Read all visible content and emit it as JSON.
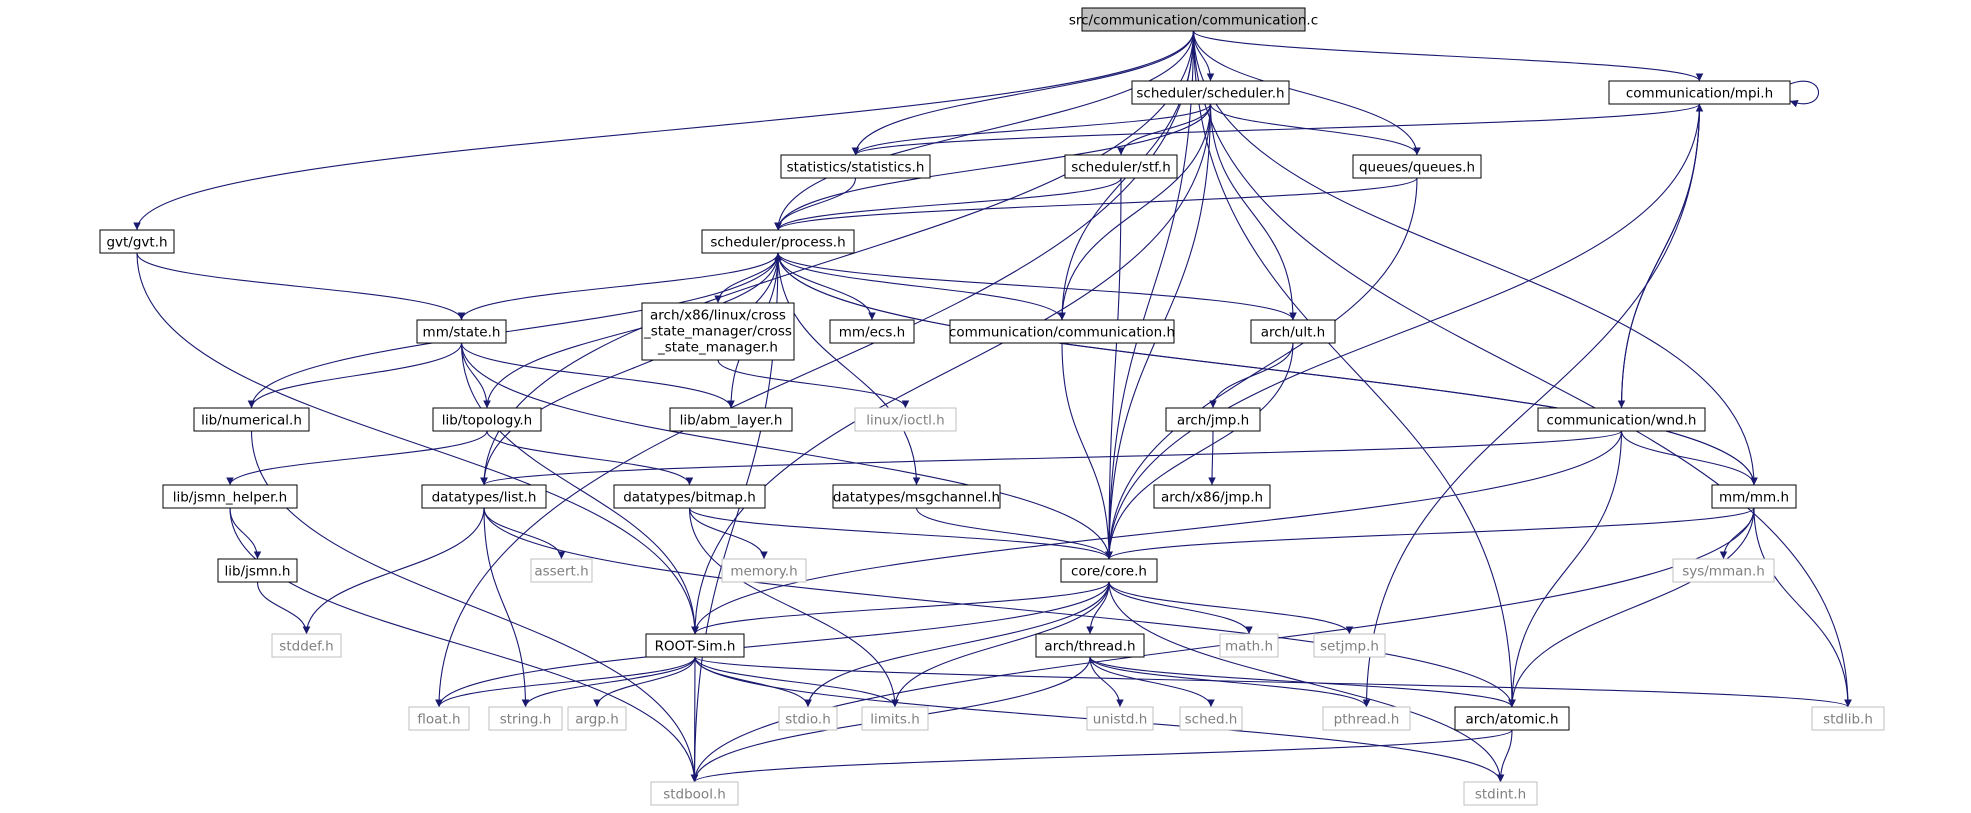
{
  "diagram": {
    "kind": "include-dependency-graph",
    "colors": {
      "edge": "#191970",
      "root_fill": "#bfbfbf",
      "node_border": "#000000",
      "external_border": "#bfbfbf",
      "external_text": "#7f7f7f",
      "text": "#000000"
    },
    "nodes": [
      {
        "id": "comm_c",
        "label": "src/communication/communication.c",
        "style": "root"
      },
      {
        "id": "sched_h",
        "label": "scheduler/scheduler.h",
        "style": "normal"
      },
      {
        "id": "mpi_h",
        "label": "communication/mpi.h",
        "style": "normal"
      },
      {
        "id": "stats_h",
        "label": "statistics/statistics.h",
        "style": "normal"
      },
      {
        "id": "stf_h",
        "label": "scheduler/stf.h",
        "style": "normal"
      },
      {
        "id": "queues_h",
        "label": "queues/queues.h",
        "style": "normal"
      },
      {
        "id": "gvt_h",
        "label": "gvt/gvt.h",
        "style": "normal"
      },
      {
        "id": "process_h",
        "label": "scheduler/process.h",
        "style": "normal"
      },
      {
        "id": "state_h",
        "label": "mm/state.h",
        "style": "normal"
      },
      {
        "id": "csm_h",
        "label": "arch/x86/linux/cross_state_manager/cross_state_manager.h",
        "lines": [
          "arch/x86/linux/cross",
          "_state_manager/cross",
          "_state_manager.h"
        ],
        "style": "normal"
      },
      {
        "id": "ecs_h",
        "label": "mm/ecs.h",
        "style": "normal"
      },
      {
        "id": "commh",
        "label": "communication/communication.h",
        "style": "normal"
      },
      {
        "id": "ult_h",
        "label": "arch/ult.h",
        "style": "normal"
      },
      {
        "id": "numerical_h",
        "label": "lib/numerical.h",
        "style": "normal"
      },
      {
        "id": "topology_h",
        "label": "lib/topology.h",
        "style": "normal"
      },
      {
        "id": "abm_h",
        "label": "lib/abm_layer.h",
        "style": "normal"
      },
      {
        "id": "ioctl_h",
        "label": "linux/ioctl.h",
        "style": "external"
      },
      {
        "id": "jmp_h",
        "label": "arch/jmp.h",
        "style": "normal"
      },
      {
        "id": "wnd_h",
        "label": "communication/wnd.h",
        "style": "normal"
      },
      {
        "id": "jsmnh_h",
        "label": "lib/jsmn_helper.h",
        "style": "normal"
      },
      {
        "id": "list_h",
        "label": "datatypes/list.h",
        "style": "normal"
      },
      {
        "id": "bitmap_h",
        "label": "datatypes/bitmap.h",
        "style": "normal"
      },
      {
        "id": "msgch_h",
        "label": "datatypes/msgchannel.h",
        "style": "normal"
      },
      {
        "id": "x86jmp_h",
        "label": "arch/x86/jmp.h",
        "style": "normal"
      },
      {
        "id": "mm_h",
        "label": "mm/mm.h",
        "style": "normal"
      },
      {
        "id": "jsmn_h",
        "label": "lib/jsmn.h",
        "style": "normal"
      },
      {
        "id": "assert_h",
        "label": "assert.h",
        "style": "external"
      },
      {
        "id": "memory_h",
        "label": "memory.h",
        "style": "external"
      },
      {
        "id": "core_h",
        "label": "core/core.h",
        "style": "normal"
      },
      {
        "id": "sysmman_h",
        "label": "sys/mman.h",
        "style": "external"
      },
      {
        "id": "stddef_h",
        "label": "stddef.h",
        "style": "external"
      },
      {
        "id": "rootsim_h",
        "label": "ROOT-Sim.h",
        "style": "normal"
      },
      {
        "id": "thread_h",
        "label": "arch/thread.h",
        "style": "normal"
      },
      {
        "id": "math_h",
        "label": "math.h",
        "style": "external"
      },
      {
        "id": "setjmp_h",
        "label": "setjmp.h",
        "style": "external"
      },
      {
        "id": "float_h",
        "label": "float.h",
        "style": "external"
      },
      {
        "id": "string_h",
        "label": "string.h",
        "style": "external"
      },
      {
        "id": "argp_h",
        "label": "argp.h",
        "style": "external"
      },
      {
        "id": "stdio_h",
        "label": "stdio.h",
        "style": "external"
      },
      {
        "id": "limits_h",
        "label": "limits.h",
        "style": "external"
      },
      {
        "id": "unistd_h",
        "label": "unistd.h",
        "style": "external"
      },
      {
        "id": "sched_sys_h",
        "label": "sched.h",
        "style": "external"
      },
      {
        "id": "pthread_h",
        "label": "pthread.h",
        "style": "external"
      },
      {
        "id": "atomic_h",
        "label": "arch/atomic.h",
        "style": "normal"
      },
      {
        "id": "stdlib_h",
        "label": "stdlib.h",
        "style": "external"
      },
      {
        "id": "stdbool_h",
        "label": "stdbool.h",
        "style": "external"
      },
      {
        "id": "stdint_h",
        "label": "stdint.h",
        "style": "external"
      }
    ],
    "edges": [
      [
        "comm_c",
        "sched_h"
      ],
      [
        "comm_c",
        "mpi_h"
      ],
      [
        "comm_c",
        "stats_h"
      ],
      [
        "comm_c",
        "queues_h"
      ],
      [
        "comm_c",
        "gvt_h"
      ],
      [
        "comm_c",
        "process_h"
      ],
      [
        "comm_c",
        "commh"
      ],
      [
        "comm_c",
        "core_h"
      ],
      [
        "comm_c",
        "mm_h"
      ],
      [
        "comm_c",
        "stdlib_h"
      ],
      [
        "comm_c",
        "atomic_h"
      ],
      [
        "comm_c",
        "float_h"
      ],
      [
        "comm_c",
        "list_h"
      ],
      [
        "sched_h",
        "stats_h"
      ],
      [
        "sched_h",
        "stf_h"
      ],
      [
        "sched_h",
        "queues_h"
      ],
      [
        "sched_h",
        "process_h"
      ],
      [
        "sched_h",
        "ult_h"
      ],
      [
        "sched_h",
        "commh"
      ],
      [
        "sched_h",
        "core_h"
      ],
      [
        "sched_h",
        "rootsim_h"
      ],
      [
        "mpi_h",
        "mpi_h"
      ],
      [
        "mpi_h",
        "stats_h"
      ],
      [
        "mpi_h",
        "wnd_h"
      ],
      [
        "mpi_h",
        "core_h"
      ],
      [
        "mpi_h",
        "pthread_h"
      ],
      [
        "stats_h",
        "process_h"
      ],
      [
        "stf_h",
        "process_h"
      ],
      [
        "stf_h",
        "core_h"
      ],
      [
        "queues_h",
        "process_h"
      ],
      [
        "queues_h",
        "core_h"
      ],
      [
        "gvt_h",
        "state_h"
      ],
      [
        "gvt_h",
        "rootsim_h"
      ],
      [
        "process_h",
        "state_h"
      ],
      [
        "process_h",
        "csm_h"
      ],
      [
        "process_h",
        "ecs_h"
      ],
      [
        "process_h",
        "commh"
      ],
      [
        "process_h",
        "ult_h"
      ],
      [
        "process_h",
        "numerical_h"
      ],
      [
        "process_h",
        "topology_h"
      ],
      [
        "process_h",
        "abm_h"
      ],
      [
        "process_h",
        "list_h"
      ],
      [
        "process_h",
        "msgch_h"
      ],
      [
        "process_h",
        "mm_h"
      ],
      [
        "process_h",
        "stdbool_h"
      ],
      [
        "state_h",
        "numerical_h"
      ],
      [
        "state_h",
        "topology_h"
      ],
      [
        "state_h",
        "abm_h"
      ],
      [
        "state_h",
        "core_h"
      ],
      [
        "state_h",
        "rootsim_h"
      ],
      [
        "csm_h",
        "ioctl_h"
      ],
      [
        "commh",
        "core_h"
      ],
      [
        "ult_h",
        "jmp_h"
      ],
      [
        "ult_h",
        "core_h"
      ],
      [
        "jmp_h",
        "x86jmp_h"
      ],
      [
        "numerical_h",
        "stdbool_h"
      ],
      [
        "topology_h",
        "jsmnh_h"
      ],
      [
        "topology_h",
        "bitmap_h"
      ],
      [
        "wnd_h",
        "mpi_h"
      ],
      [
        "wnd_h",
        "list_h"
      ],
      [
        "wnd_h",
        "mm_h"
      ],
      [
        "wnd_h",
        "atomic_h"
      ],
      [
        "wnd_h",
        "rootsim_h"
      ],
      [
        "mm_h",
        "process_h"
      ],
      [
        "mm_h",
        "core_h"
      ],
      [
        "mm_h",
        "sysmman_h"
      ],
      [
        "mm_h",
        "stdlib_h"
      ],
      [
        "mm_h",
        "atomic_h"
      ],
      [
        "mm_h",
        "stdbool_h"
      ],
      [
        "jsmnh_h",
        "jsmn_h"
      ],
      [
        "jsmnh_h",
        "stdbool_h"
      ],
      [
        "jsmn_h",
        "stddef_h"
      ],
      [
        "list_h",
        "stddef_h"
      ],
      [
        "list_h",
        "assert_h"
      ],
      [
        "list_h",
        "string_h"
      ],
      [
        "list_h",
        "atomic_h"
      ],
      [
        "bitmap_h",
        "memory_h"
      ],
      [
        "bitmap_h",
        "limits_h"
      ],
      [
        "bitmap_h",
        "core_h"
      ],
      [
        "msgch_h",
        "core_h"
      ],
      [
        "core_h",
        "rootsim_h"
      ],
      [
        "core_h",
        "thread_h"
      ],
      [
        "core_h",
        "math_h"
      ],
      [
        "core_h",
        "setjmp_h"
      ],
      [
        "core_h",
        "float_h"
      ],
      [
        "core_h",
        "stdio_h"
      ],
      [
        "core_h",
        "limits_h"
      ],
      [
        "core_h",
        "stdint_h"
      ],
      [
        "rootsim_h",
        "float_h"
      ],
      [
        "rootsim_h",
        "string_h"
      ],
      [
        "rootsim_h",
        "argp_h"
      ],
      [
        "rootsim_h",
        "stdio_h"
      ],
      [
        "rootsim_h",
        "limits_h"
      ],
      [
        "rootsim_h",
        "stdbool_h"
      ],
      [
        "rootsim_h",
        "stdint_h"
      ],
      [
        "rootsim_h",
        "stdlib_h"
      ],
      [
        "thread_h",
        "unistd_h"
      ],
      [
        "thread_h",
        "sched_sys_h"
      ],
      [
        "thread_h",
        "pthread_h"
      ],
      [
        "thread_h",
        "atomic_h"
      ],
      [
        "thread_h",
        "stdbool_h"
      ],
      [
        "atomic_h",
        "stdbool_h"
      ],
      [
        "atomic_h",
        "stdint_h"
      ]
    ]
  }
}
